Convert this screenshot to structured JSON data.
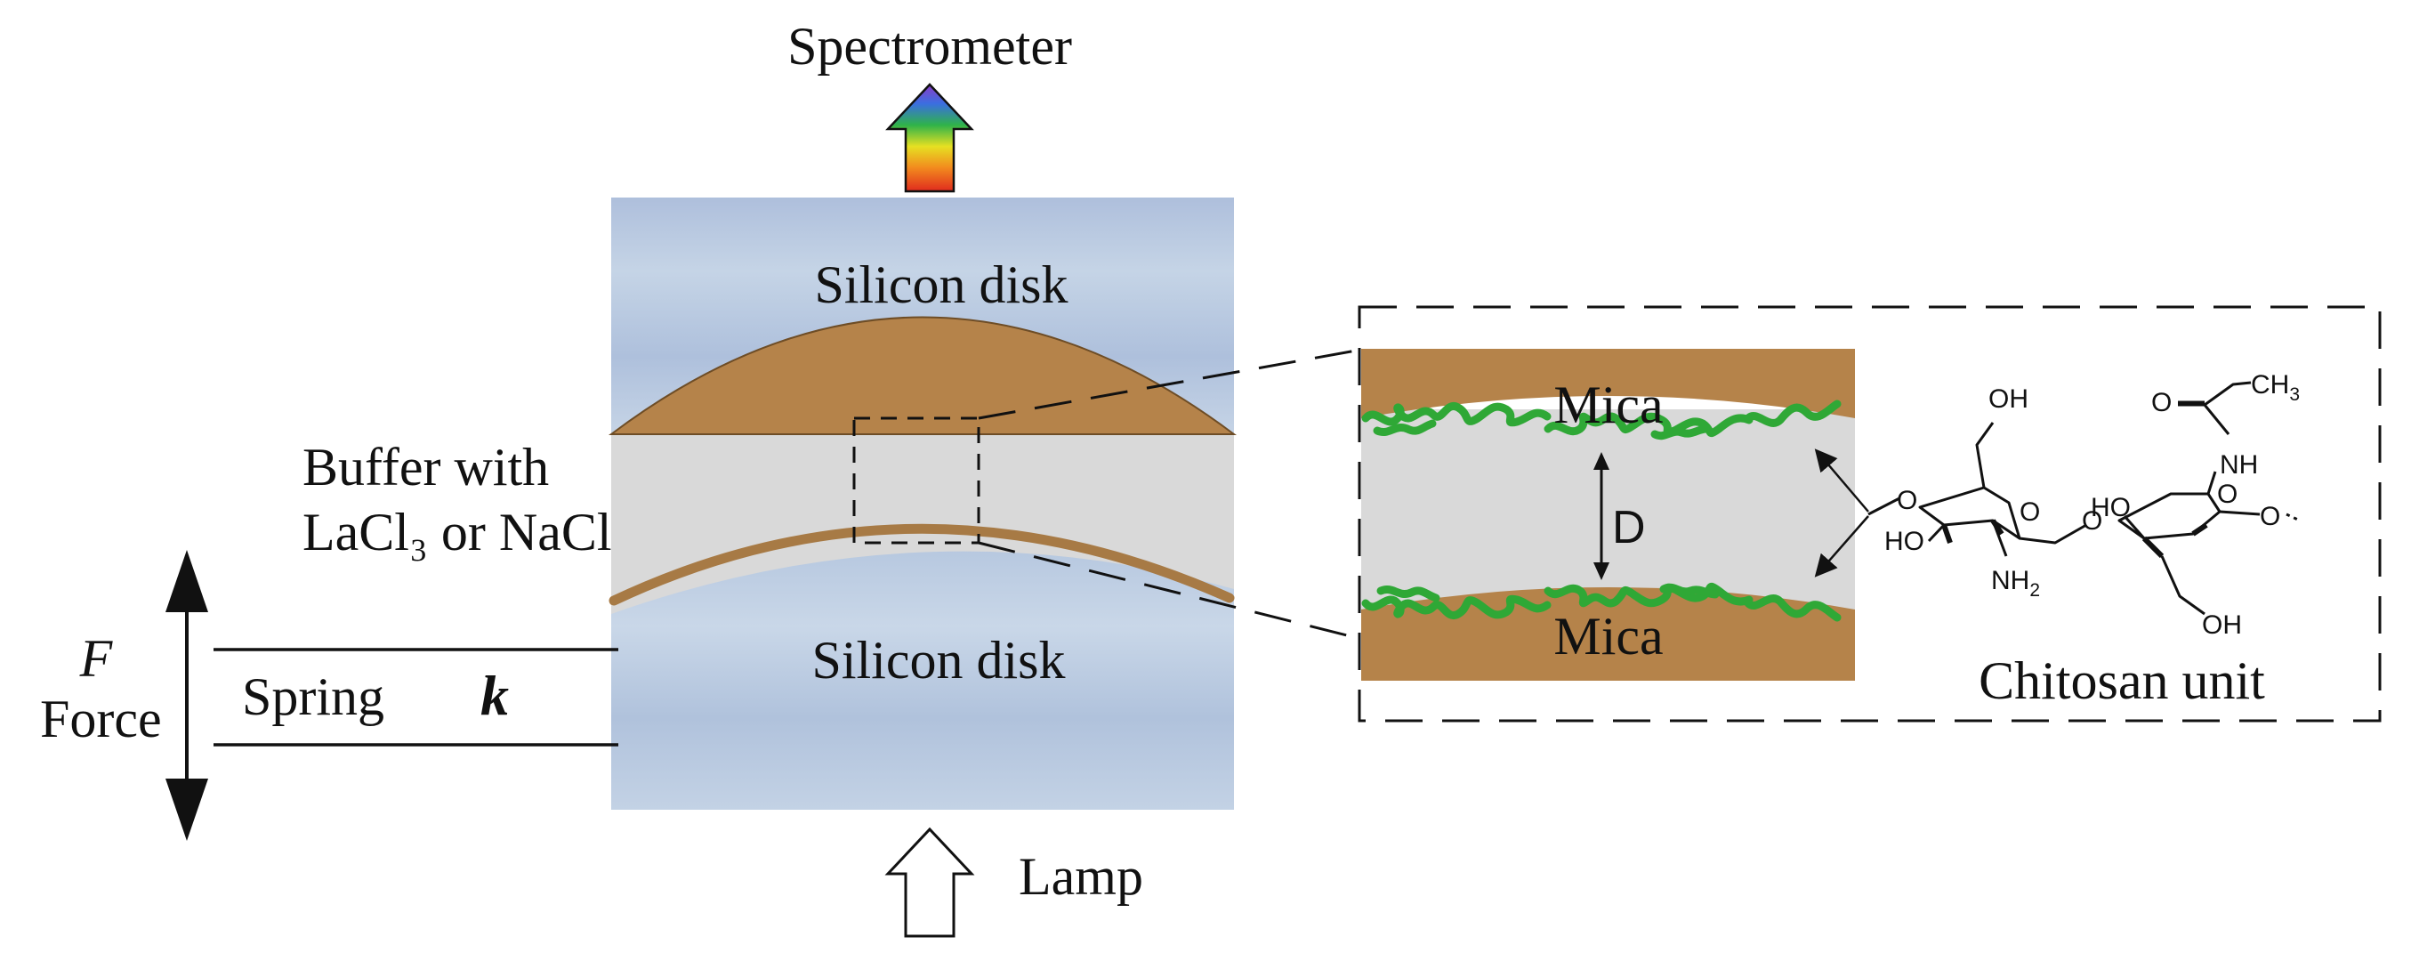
{
  "labels": {
    "spectrometer": "Spectrometer",
    "lamp": "Lamp",
    "silicon_top": "Silicon disk",
    "silicon_bottom": "Silicon disk",
    "buffer_line1": "Buffer with",
    "buffer_line2": "LaCl₃ or NaCl",
    "spring": "Spring",
    "spring_k": "k",
    "force_symbol": "F",
    "force": "Force",
    "mica_top": "Mica",
    "mica_bottom": "Mica",
    "distance": "D",
    "chitosan_unit": "Chitosan unit"
  },
  "molecule": {
    "ch3": "CH",
    "ch3_sub": "3",
    "nh": "NH",
    "oh_top": "OH",
    "ho_left": "HO",
    "ho_mid": "HO",
    "nh2": "NH",
    "nh2_sub": "2",
    "oh_bottom": "OH",
    "o_left": "O",
    "o_ring1": "O",
    "o_link": "O",
    "o_ring2": "O",
    "o_right": "O"
  },
  "colors": {
    "mica": "#b5834a",
    "buffer": "#d9d9d9",
    "silicon": "#b9cde3",
    "chitosan": "#2fa836",
    "line": "#111111"
  }
}
